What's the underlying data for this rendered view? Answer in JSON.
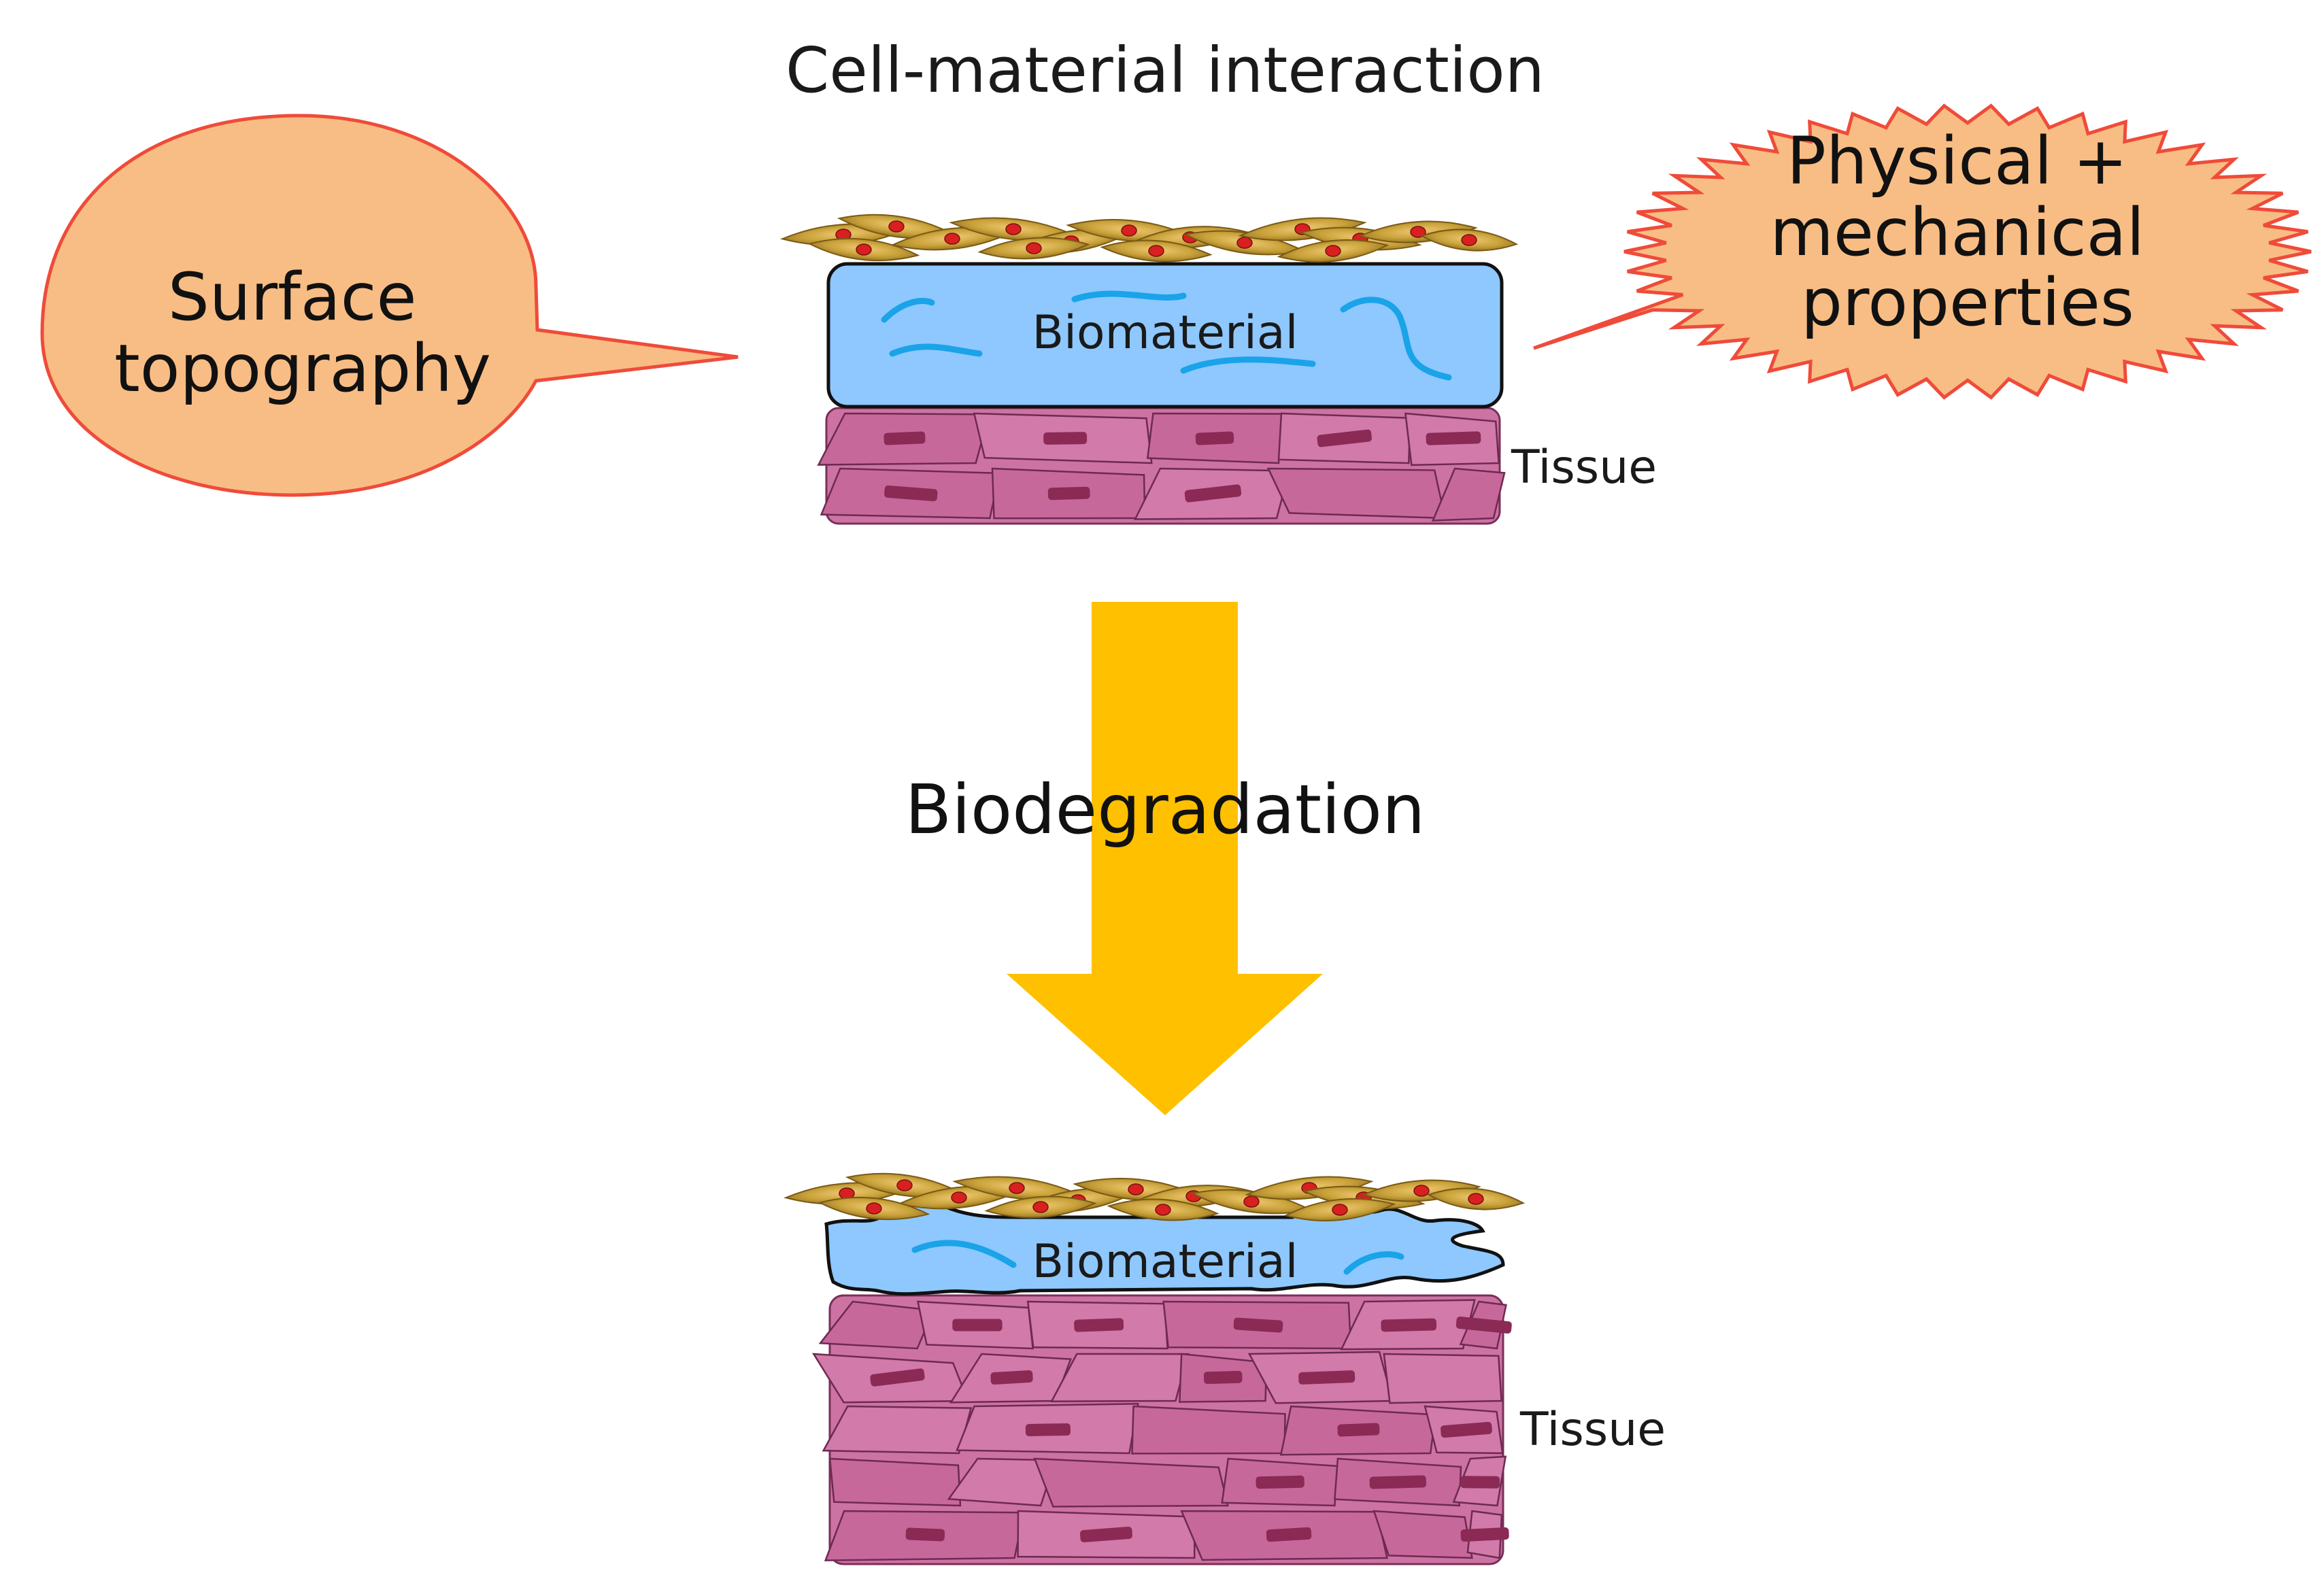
{
  "title": "Cell-material interaction",
  "callouts": {
    "left": {
      "lines": [
        "Surface",
        "topography"
      ]
    },
    "right": {
      "lines": [
        "Physical +",
        "mechanical",
        "properties"
      ]
    }
  },
  "top_stack": {
    "biomaterial_label": "Biomaterial",
    "tissue_label": "Tissue"
  },
  "arrow": {
    "label": "Biodegradation"
  },
  "bottom_stack": {
    "biomaterial_label": "Biomaterial",
    "tissue_label": "Tissue"
  },
  "colors": {
    "callout_fill": "#f8bd84",
    "callout_stroke": "#ef4b3a",
    "biomaterial_fill": "#8ec8ff",
    "fiber": "#1aa3e8",
    "tissue_fill": "#cd73a3",
    "nucleus": "#8a2a55",
    "arrow": "#ffc000",
    "cell_gold": "#c9a23a",
    "cell_nucleus": "#d82020"
  }
}
